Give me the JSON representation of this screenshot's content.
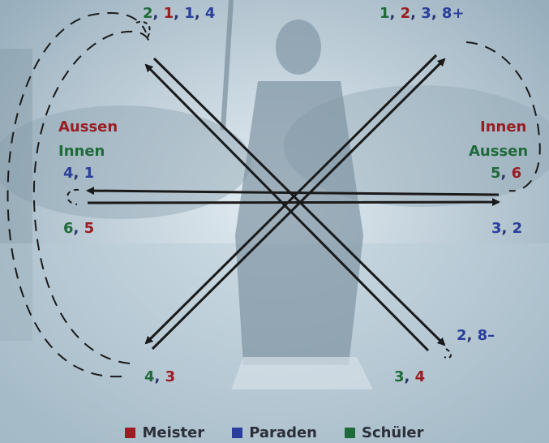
{
  "colors": {
    "meister": "#9b1c22",
    "paraden": "#2a3e9c",
    "schueler": "#1f6a3a",
    "separator": "#2b2f6b",
    "arrow": "#1a1a1a"
  },
  "labels": {
    "top_left": [
      {
        "text": "2",
        "role": "schueler"
      },
      {
        "text": "1",
        "role": "meister"
      },
      {
        "text": "1",
        "role": "paraden"
      },
      {
        "text": "4",
        "role": "paraden"
      }
    ],
    "top_right": [
      {
        "text": "1",
        "role": "schueler"
      },
      {
        "text": "2",
        "role": "meister"
      },
      {
        "text": "3",
        "role": "paraden"
      },
      {
        "text": "8+",
        "role": "paraden"
      }
    ],
    "left_upper": [
      {
        "text": "4",
        "role": "paraden"
      },
      {
        "text": "1",
        "role": "paraden"
      }
    ],
    "left_lower": [
      {
        "text": "6",
        "role": "schueler"
      },
      {
        "text": "5",
        "role": "meister"
      }
    ],
    "right_upper": [
      {
        "text": "5",
        "role": "schueler"
      },
      {
        "text": "6",
        "role": "meister"
      }
    ],
    "right_lower": [
      {
        "text": "3",
        "role": "paraden"
      },
      {
        "text": "2",
        "role": "paraden"
      }
    ],
    "bottom_left": [
      {
        "text": "4",
        "role": "schueler"
      },
      {
        "text": "3",
        "role": "meister"
      }
    ],
    "bottom_right_upper": [
      {
        "text": "2",
        "role": "paraden"
      },
      {
        "text": "8–",
        "role": "paraden"
      }
    ],
    "bottom_right_lower": [
      {
        "text": "3",
        "role": "schueler"
      },
      {
        "text": "4",
        "role": "meister"
      }
    ]
  },
  "words": {
    "left_aussen": "Aussen",
    "left_innen": "Innen",
    "right_innen": "Innen",
    "right_aussen": "Aussen"
  },
  "legend": [
    {
      "label": "Meister",
      "role": "meister"
    },
    {
      "label": "Paraden",
      "role": "paraden"
    },
    {
      "label": "Schüler",
      "role": "schueler"
    }
  ]
}
